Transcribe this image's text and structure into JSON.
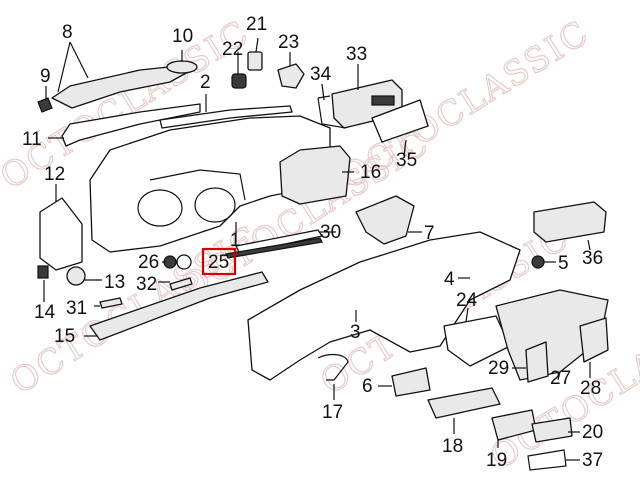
{
  "watermark": {
    "text": "OCTOCLASSIC"
  },
  "callouts": [
    {
      "id": "1",
      "label": "1"
    },
    {
      "id": "2",
      "label": "2"
    },
    {
      "id": "3",
      "label": "3"
    },
    {
      "id": "4",
      "label": "4"
    },
    {
      "id": "5",
      "label": "5"
    },
    {
      "id": "6",
      "label": "6"
    },
    {
      "id": "7",
      "label": "7"
    },
    {
      "id": "8",
      "label": "8"
    },
    {
      "id": "9",
      "label": "9"
    },
    {
      "id": "10",
      "label": "10"
    },
    {
      "id": "11",
      "label": "11"
    },
    {
      "id": "12",
      "label": "12"
    },
    {
      "id": "13",
      "label": "13"
    },
    {
      "id": "14",
      "label": "14"
    },
    {
      "id": "15",
      "label": "15"
    },
    {
      "id": "16",
      "label": "16"
    },
    {
      "id": "17",
      "label": "17"
    },
    {
      "id": "18",
      "label": "18"
    },
    {
      "id": "19",
      "label": "19"
    },
    {
      "id": "20",
      "label": "20"
    },
    {
      "id": "21",
      "label": "21"
    },
    {
      "id": "22",
      "label": "22"
    },
    {
      "id": "23",
      "label": "23"
    },
    {
      "id": "24",
      "label": "24"
    },
    {
      "id": "25",
      "label": "25",
      "highlighted": true
    },
    {
      "id": "26",
      "label": "26"
    },
    {
      "id": "27",
      "label": "27"
    },
    {
      "id": "28",
      "label": "28"
    },
    {
      "id": "29",
      "label": "29"
    },
    {
      "id": "30",
      "label": "30"
    },
    {
      "id": "31",
      "label": "31"
    },
    {
      "id": "32",
      "label": "32"
    },
    {
      "id": "33",
      "label": "33"
    },
    {
      "id": "34",
      "label": "34"
    },
    {
      "id": "35",
      "label": "35"
    },
    {
      "id": "36",
      "label": "36"
    },
    {
      "id": "37",
      "label": "37"
    }
  ],
  "colors": {
    "highlight": "#d40000",
    "watermark": "#e6c9c6",
    "ink": "#111111"
  }
}
